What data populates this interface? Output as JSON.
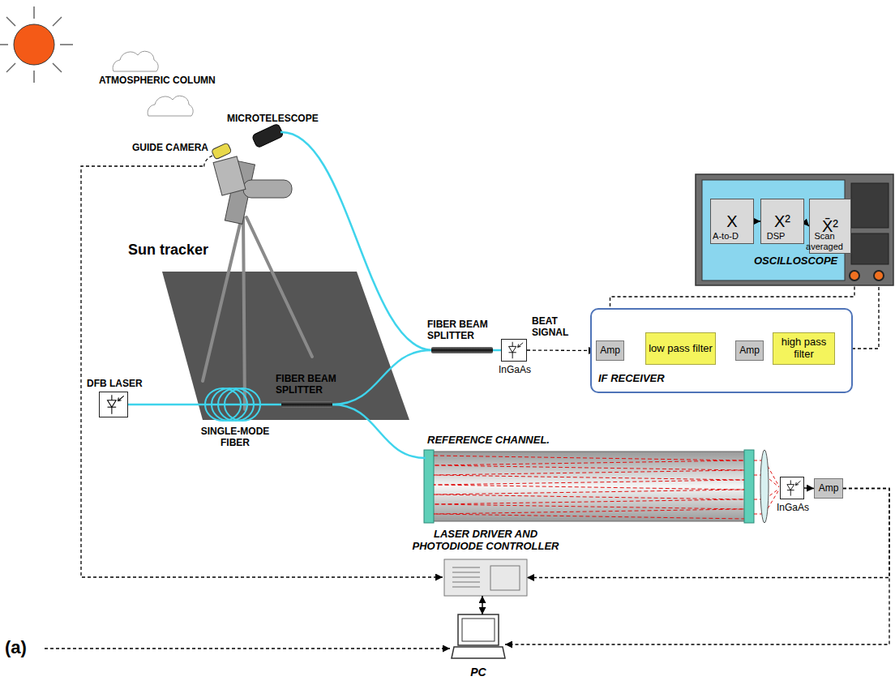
{
  "diagram": {
    "nodes": [
      {
        "text": [
          "OSCILLOSCOPE"
        ]
      },
      {
        "text": [
          "X",
          "A-to-D"
        ],
        "in": 0
      },
      {
        "text": [
          "X²",
          "DSP"
        ],
        "in": 0
      },
      {
        "text": [
          "X̄²",
          "Scan averaged"
        ],
        "in": 0
      },
      {
        "text": [
          "IF RECEIVER"
        ]
      },
      {
        "text": [
          "Amp"
        ],
        "in": 4
      },
      {
        "text": [
          "low pass filter"
        ],
        "in": 4
      },
      {
        "text": [
          "Amp"
        ],
        "in": 4
      },
      {
        "text": [
          "high pass filter"
        ],
        "in": 4
      },
      {
        "text": [
          "FIBER BEAM SPLITTER"
        ]
      },
      {
        "text": [
          "InGaAs"
        ]
      },
      {
        "text": [
          "DFB LASER"
        ]
      },
      {
        "text": [
          "FIBER BEAM SPLITTER"
        ]
      },
      {
        "text": [
          "REFERENCE CHANNEL."
        ]
      },
      {
        "text": [
          "InGaAs"
        ]
      },
      {
        "text": [
          "Amp"
        ]
      },
      {
        "text": [
          "LASER DRIVER AND PHOTODIODE CONTROLLER"
        ]
      },
      {
        "text": [
          "PC"
        ]
      }
    ],
    "edges": [
      {
        "from": 1,
        "to": 2,
        "arrow": "to"
      },
      {
        "from": 2,
        "to": 3,
        "arrow": "to"
      },
      {
        "from": 5,
        "to": 0,
        "arrow": "none"
      },
      {
        "from": 8,
        "to": 0,
        "arrow": "none"
      },
      {
        "from": 5,
        "to": 6,
        "arrow": "to"
      },
      {
        "from": 6,
        "to": 7,
        "arrow": "to"
      },
      {
        "from": 7,
        "to": 8,
        "arrow": "to"
      },
      {
        "from": 10,
        "to": 5,
        "label": "BEAT SIGNAL",
        "arrow": "to"
      },
      {
        "from": 9,
        "to": 10,
        "arrow": "none"
      },
      {
        "from": 11,
        "to": 12,
        "arrow": "none"
      },
      {
        "from": 12,
        "to": 9,
        "arrow": "none"
      },
      {
        "from": 12,
        "to": 13,
        "arrow": "none"
      },
      {
        "from": 14,
        "to": 15,
        "arrow": "to"
      },
      {
        "from": 15,
        "to": 16,
        "arrow": "to"
      },
      {
        "from": 15,
        "to": 17,
        "arrow": "to"
      },
      {
        "from": 16,
        "to": 17,
        "arrow": "both"
      }
    ],
    "labels": [
      "ATMOSPHERIC COLUMN",
      "MICROTELESCOPE",
      "GUIDE CAMERA",
      "Sun tracker",
      "SINGLE-MODE FIBER",
      "(a)"
    ]
  }
}
